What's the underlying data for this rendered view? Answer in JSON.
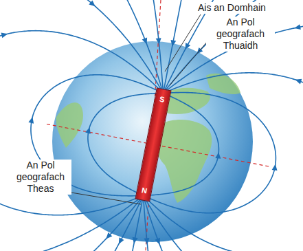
{
  "diagram": {
    "nodes": [
      {
        "text": [
          "S",
          "N"
        ]
      }
    ],
    "labels": [
      "Ais an Domhain",
      "An Pol geografach Thuaidh",
      "An Pol geografach Theas"
    ]
  }
}
